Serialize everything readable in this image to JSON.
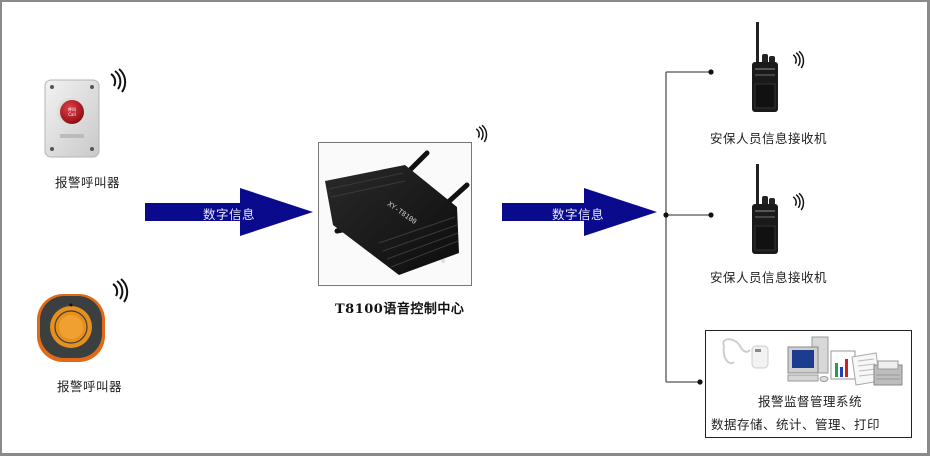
{
  "diagram": {
    "sources": [
      {
        "label": "报警呼叫器",
        "icon": "wall-alarm-button-icon",
        "button_text": "呼叫 Call"
      },
      {
        "label": "报警呼叫器",
        "icon": "round-alarm-caller-icon"
      }
    ],
    "arrows": [
      {
        "label": "数字信息",
        "color": "#0a0a8c"
      },
      {
        "label": "数字信息",
        "color": "#0a0a8c"
      }
    ],
    "center": {
      "label": "T8100语音控制中心",
      "device_text": "XY-T8100",
      "icon": "voice-control-center-device-icon"
    },
    "receivers": [
      {
        "label": "安保人员信息接收机",
        "icon": "walkie-talkie-icon"
      },
      {
        "label": "安保人员信息接收机",
        "icon": "walkie-talkie-icon"
      }
    ],
    "system": {
      "title": "报警监督管理系统",
      "subtitle": "数据存储、统计、管理、打印",
      "icons": [
        "usb-receiver-icon",
        "computer-icon",
        "chart-report-icon",
        "printer-icon"
      ]
    },
    "colors": {
      "arrow": "#0a0a8c",
      "connector": "#555555",
      "frame": "#8a8a8a",
      "alarm_red": "#c0141c",
      "alarm_orange": "#e8781e"
    }
  }
}
